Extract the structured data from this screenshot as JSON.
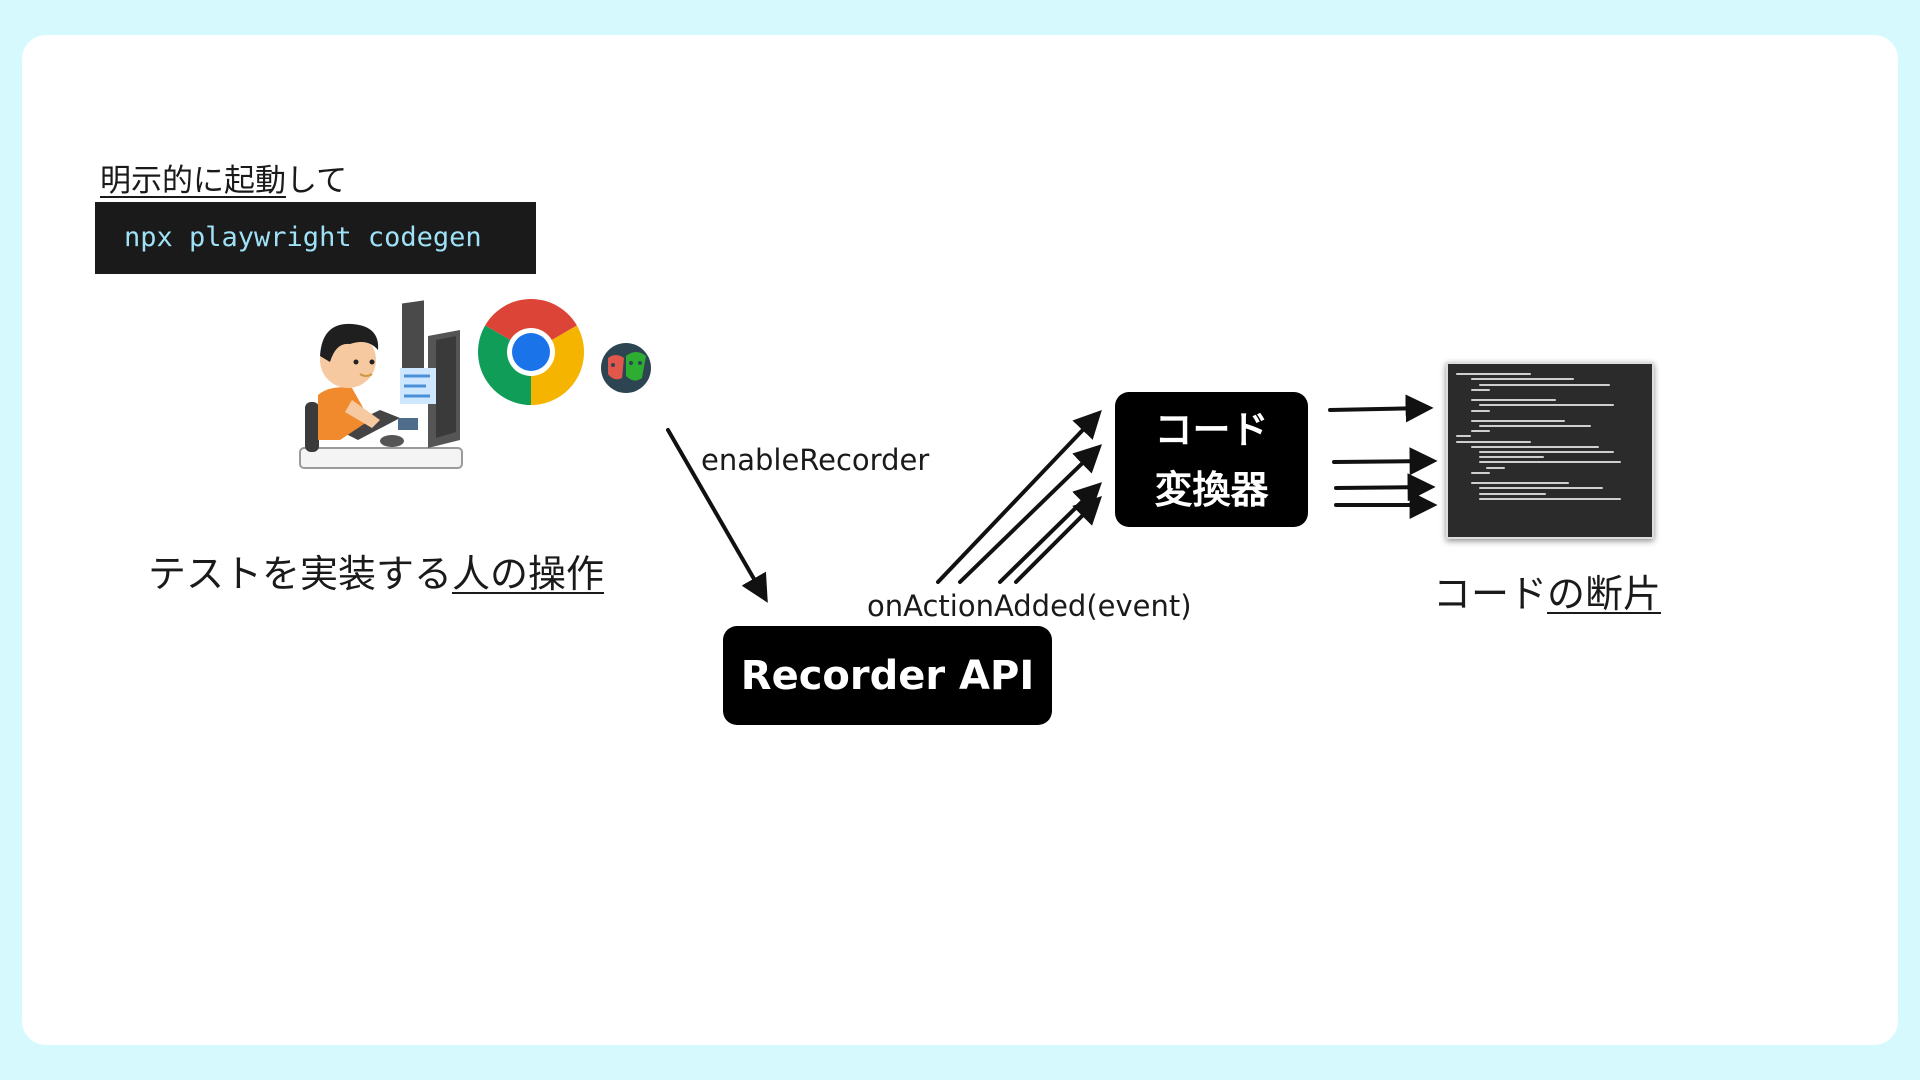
{
  "launch": {
    "prefix": "明示的に起動",
    "suffix": "して"
  },
  "command": "npx playwright codegen",
  "caption_left": {
    "plain": "テストを実装する",
    "underlined": "人の操作"
  },
  "edge_enable": "enableRecorder",
  "edge_action": "onActionAdded(event)",
  "box_recorder": "Recorder API",
  "box_converter": {
    "line1": "コード",
    "line2": "変換器"
  },
  "caption_right": {
    "plain": "コード",
    "underlined": "の断片"
  },
  "icons": [
    "programmer-illustration",
    "chrome-icon",
    "playwright-icon",
    "code-snippet-thumbnail"
  ],
  "colors": {
    "background": "#d6f9fd",
    "card": "#ffffff",
    "box": "#000000",
    "command_text": "#9fe1f6"
  }
}
